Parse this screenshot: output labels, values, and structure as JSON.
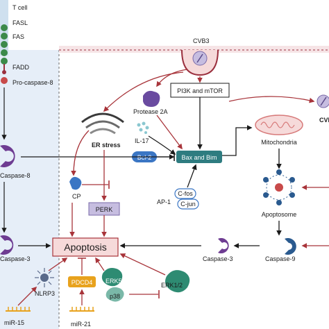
{
  "labels": {
    "t_cell": "T cell",
    "fasl": "FASL",
    "fas": "FAS",
    "fadd": "FADD",
    "pro_caspase8": "Pro-caspase-8",
    "caspase8": "Caspase-8",
    "caspase3_left": "Caspase-3",
    "cvb3_top": "CVB3",
    "cvb3_right": "CVB",
    "protease2a": "Protease 2A",
    "pi3k_mtor": "PI3K and mTOR",
    "er_stress": "ER stress",
    "il17": "IL-17",
    "bcl2": "Bcl-2",
    "bax_bim": "Bax and Bim",
    "mitochondria": "Mitochondria",
    "cp": "CP",
    "perk": "PERK",
    "ap1": "AP-1",
    "cfos": "C-fos",
    "cjun": "C-jun",
    "apoptosome": "Apoptosome",
    "apoptosis": "Apoptosis",
    "caspase3_mid": "Caspase-3",
    "caspase9": "Caspase-9",
    "nlrp3": "NLRP3",
    "pdcd4": "PDCD4",
    "erk5": "ERK5",
    "p38": "p38",
    "erk12": "ERK1/2",
    "mir15": "miR-15",
    "mir21": "miR-21"
  },
  "colors": {
    "arrow_red": "#a8343a",
    "arrow_black": "#1a1a1a",
    "membrane": "#9a2f3d",
    "box_blue": "#3b76c4",
    "box_teal": "#2e7c80",
    "box_purple": "#c6bde0",
    "box_pink": "#f6dada",
    "caspase_purple": "#6e3c92",
    "caspase_blue": "#2a5a8f",
    "orange": "#e8a21d",
    "green": "#2e8b72",
    "receptor_green": "#3c8a4a"
  },
  "icons": [
    "t-cell-membrane",
    "virus-icon",
    "er-icon",
    "mitochondria-icon",
    "apoptosome-icon",
    "protease-icon",
    "caspase-icon",
    "nlrp3-icon",
    "mirna-icon",
    "dna-icon",
    "cytokine-icon"
  ]
}
